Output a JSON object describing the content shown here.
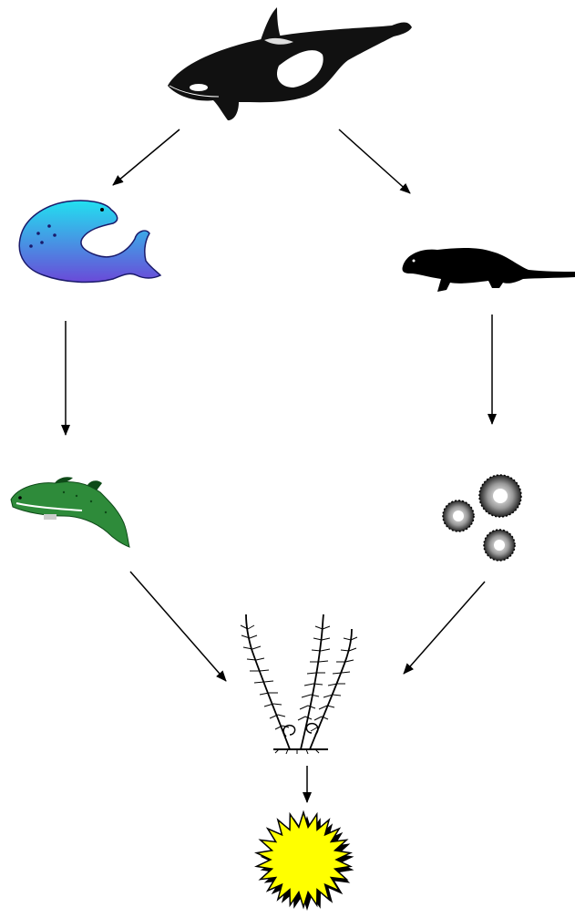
{
  "diagram": {
    "type": "food-web",
    "nodes": [
      {
        "id": "orca",
        "icon": "orca-icon"
      },
      {
        "id": "seal",
        "icon": "seal-icon"
      },
      {
        "id": "otter",
        "icon": "sea-otter-icon"
      },
      {
        "id": "fish",
        "icon": "fish-icon"
      },
      {
        "id": "urchins",
        "icon": "sea-urchin-icon"
      },
      {
        "id": "kelp",
        "icon": "kelp-plant-icon"
      },
      {
        "id": "sun",
        "icon": "sun-icon"
      }
    ],
    "edges": [
      {
        "from": "orca",
        "to": "seal"
      },
      {
        "from": "orca",
        "to": "otter"
      },
      {
        "from": "seal",
        "to": "fish"
      },
      {
        "from": "otter",
        "to": "urchins"
      },
      {
        "from": "fish",
        "to": "kelp"
      },
      {
        "from": "urchins",
        "to": "kelp"
      },
      {
        "from": "kelp",
        "to": "sun"
      }
    ],
    "colors": {
      "arrow": "#000000",
      "seal_top": "#22e0f0",
      "seal_bottom": "#6a4ad8",
      "fish": "#2e8b3a",
      "sun": "#ffff00",
      "orca": "#111111"
    }
  }
}
